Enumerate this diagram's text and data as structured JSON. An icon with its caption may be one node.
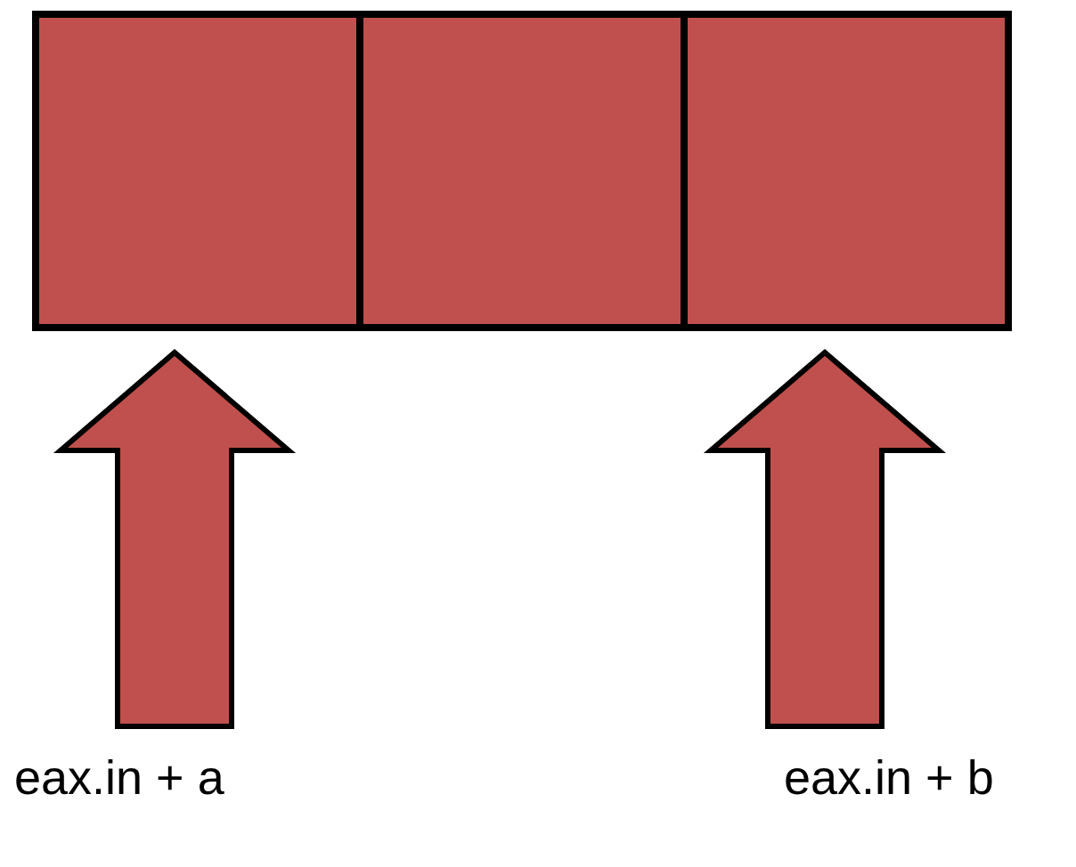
{
  "diagram": {
    "nodes": [
      {
        "text": [],
        "shape": "box"
      },
      {
        "text": [],
        "shape": "box"
      },
      {
        "text": [],
        "shape": "box"
      },
      {
        "text": [
          "eax.in + a"
        ]
      },
      {
        "text": [
          "eax.in + b"
        ]
      }
    ],
    "edges": [
      {
        "from": 3,
        "to": 0,
        "arrow": "to",
        "style": "thick"
      },
      {
        "from": 4,
        "to": 2,
        "arrow": "to",
        "style": "thick"
      }
    ]
  }
}
